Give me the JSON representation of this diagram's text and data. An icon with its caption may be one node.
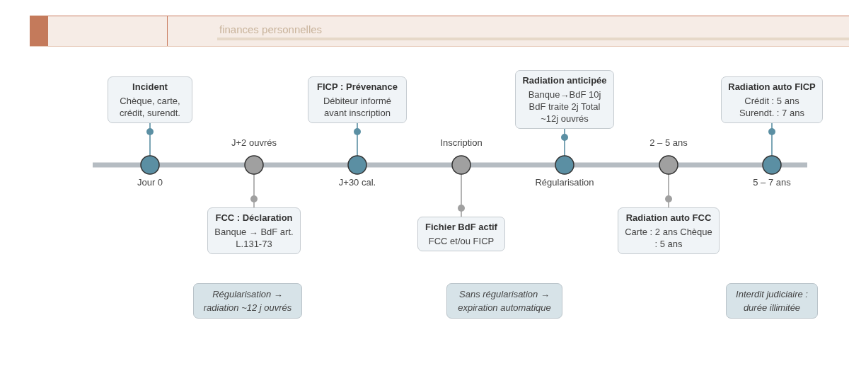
{
  "diagram": {
    "nodes": [
      {
        "text": [],
        "shape": "circle",
        "beside": [
          "Jour 0"
        ]
      },
      {
        "text": [],
        "shape": "circle",
        "beside": [
          "J+2 ouvrés"
        ]
      },
      {
        "text": [],
        "shape": "circle",
        "beside": [
          "J+30 cal."
        ]
      },
      {
        "text": [],
        "shape": "circle",
        "beside": [
          "Inscription"
        ]
      },
      {
        "text": [],
        "shape": "circle",
        "beside": [
          "Régularisation"
        ]
      },
      {
        "text": [],
        "shape": "circle",
        "beside": [
          "2 – 5 ans"
        ]
      },
      {
        "text": [],
        "shape": "circle",
        "beside": [
          "5 – 7 ans"
        ]
      },
      {
        "text": [
          "Incident",
          "Chèque, carte, crédit, surendt."
        ]
      },
      {
        "text": [
          "FCC : Déclaration",
          "Banque → BdF art. L.131-73"
        ]
      },
      {
        "text": [
          "FICP : Prévenance",
          "Débiteur informé avant inscription"
        ]
      },
      {
        "text": [
          "Fichier BdF actif",
          "FCC et/ou FICP"
        ]
      },
      {
        "text": [
          "Radiation anticipée",
          "Banque→BdF 10j BdF traite 2j Total ~12j ouvrés"
        ]
      },
      {
        "text": [
          "Radiation auto FCC",
          "Carte : 2 ans Chèque : 5 ans"
        ]
      },
      {
        "text": [
          "Radiation auto FICP",
          "Crédit : 5 ans Surendt. : 7 ans"
        ]
      },
      {
        "text": [
          "Régularisation → radiation ~12 j ouvrés"
        ]
      },
      {
        "text": [
          "Sans régularisation → expiration automatique"
        ]
      },
      {
        "text": [
          "Interdit judiciaire : durée illimitée"
        ]
      }
    ],
    "edges": [
      {
        "from": 0,
        "to": 1,
        "arrow": "none",
        "style": "thick",
        "color": "#b5bcc2"
      },
      {
        "from": 1,
        "to": 2,
        "arrow": "none",
        "style": "thick",
        "color": "#b5bcc2"
      },
      {
        "from": 2,
        "to": 3,
        "arrow": "none",
        "style": "thick",
        "color": "#b5bcc2"
      },
      {
        "from": 3,
        "to": 4,
        "arrow": "none",
        "style": "thick",
        "color": "#b5bcc2"
      },
      {
        "from": 4,
        "to": 5,
        "arrow": "none",
        "style": "thick",
        "color": "#b5bcc2"
      },
      {
        "from": 5,
        "to": 6,
        "arrow": "none",
        "style": "thick",
        "color": "#b5bcc2"
      },
      {
        "from": 0,
        "to": 7,
        "arrow": "other",
        "color": "#5b8fa3"
      },
      {
        "from": 1,
        "to": 8,
        "arrow": "other",
        "color": "#a0a0a0"
      },
      {
        "from": 2,
        "to": 9,
        "arrow": "other",
        "color": "#5b8fa3"
      },
      {
        "from": 3,
        "to": 10,
        "arrow": "other",
        "color": "#a0a0a0"
      },
      {
        "from": 4,
        "to": 11,
        "arrow": "other",
        "color": "#5b8fa3"
      },
      {
        "from": 5,
        "to": 12,
        "arrow": "other",
        "color": "#a0a0a0"
      },
      {
        "from": 6,
        "to": 13,
        "arrow": "other",
        "color": "#5b8fa3"
      }
    ],
    "labels": [
      "finances personnelles"
    ]
  }
}
